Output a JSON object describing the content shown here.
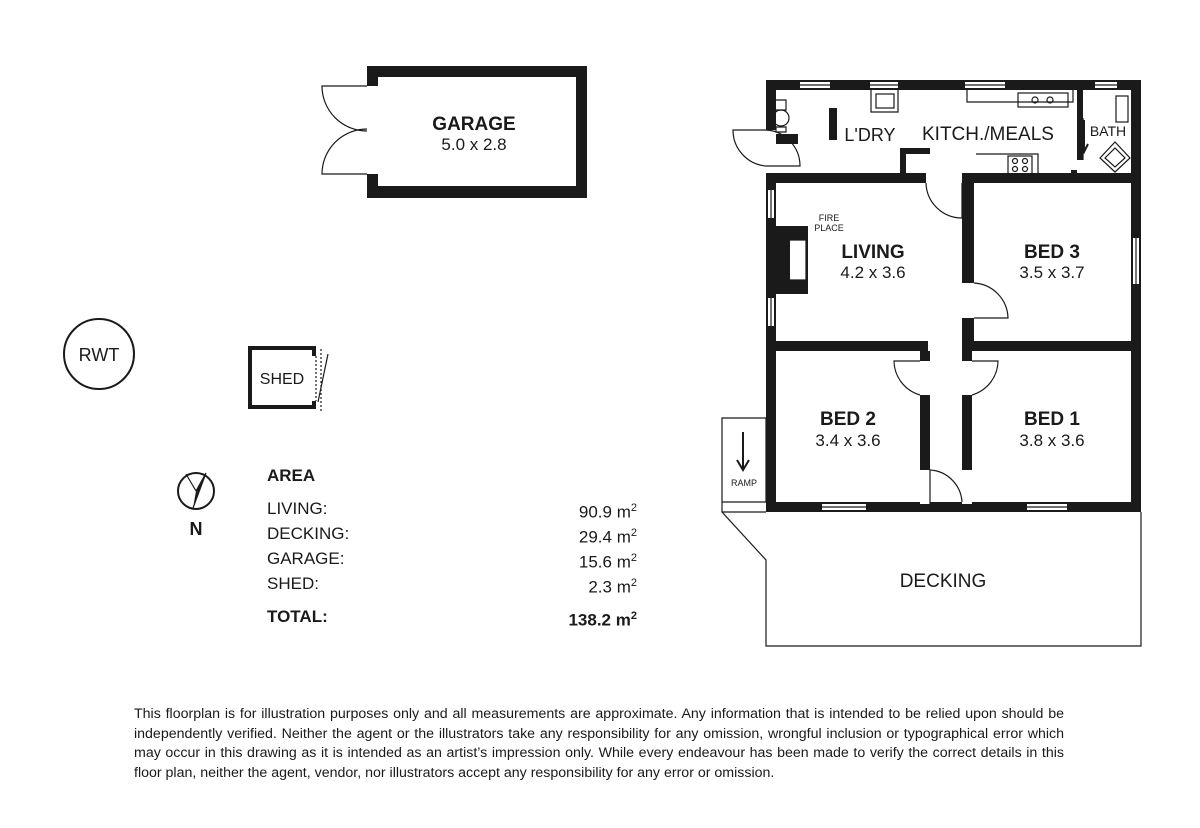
{
  "rooms": {
    "garage": {
      "name": "GARAGE",
      "dims": "5.0 x 2.8"
    },
    "living": {
      "name": "LIVING",
      "dims": "4.2 x 3.6"
    },
    "bed3": {
      "name": "BED 3",
      "dims": "3.5 x 3.7"
    },
    "bed2": {
      "name": "BED 2",
      "dims": "3.4 x 3.6"
    },
    "bed1": {
      "name": "BED 1",
      "dims": "3.8 x 3.6"
    },
    "laundry": {
      "name": "L'DRY"
    },
    "kitchen": {
      "name": "KITCH./MEALS"
    },
    "bath": {
      "name": "BATH"
    },
    "decking": {
      "name": "DECKING"
    },
    "shed": {
      "name": "SHED"
    },
    "rwt": {
      "name": "RWT"
    },
    "fireplace": {
      "line1": "FIRE",
      "line2": "PLACE"
    },
    "ramp": {
      "name": "RAMP"
    }
  },
  "compass": {
    "label": "N"
  },
  "area": {
    "title": "AREA",
    "unit": "m",
    "rows": [
      {
        "label": "LIVING:",
        "value": "90.9"
      },
      {
        "label": "DECKING:",
        "value": "29.4"
      },
      {
        "label": "GARAGE:",
        "value": "15.6"
      },
      {
        "label": "SHED:",
        "value": "2.3"
      }
    ],
    "total": {
      "label": "TOTAL:",
      "value": "138.2"
    }
  },
  "disclaimer": "This floorplan is for illustration purposes only and all measurements are approximate. Any information that is intended to be relied upon should be independently verified. Neither the agent or the illustrators take any responsibility for any omission, wrongful inclusion or typographical error which may occur in this drawing as it is intended as an artist’s impression only. While every endeavour has been made to verify the correct details in this floor plan, neither the agent, vendor, nor illustrators accept any responsibility for any error or omission."
}
